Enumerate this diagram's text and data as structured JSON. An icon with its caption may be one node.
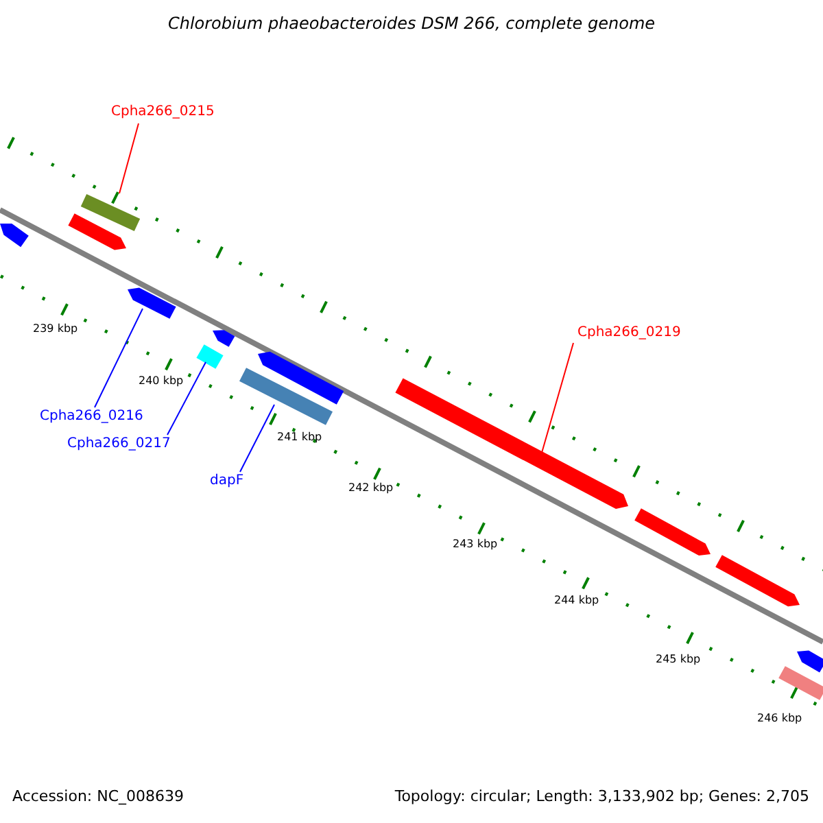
{
  "diagram": {
    "title": "Chlorobium phaeobacteroides DSM 266, complete genome",
    "nodes": [
      {
        "text": [
          "Cpha266_0215"
        ]
      },
      {
        "text": [],
        "shape": "bar"
      },
      {
        "text": [
          "Cpha266_0216"
        ]
      },
      {
        "text": [],
        "shape": "bar"
      },
      {
        "text": [
          "Cpha266_0217"
        ]
      },
      {
        "text": [],
        "shape": "box"
      },
      {
        "text": [
          "dapF"
        ]
      },
      {
        "text": [],
        "shape": "bar"
      },
      {
        "text": [
          "Cpha266_0219"
        ]
      },
      {
        "text": [],
        "shape": "bar"
      }
    ],
    "edges": [
      {
        "from": 0,
        "to": 1,
        "arrow": "none",
        "color": "#ff0000"
      },
      {
        "from": 2,
        "to": 3,
        "arrow": "none"
      },
      {
        "from": 4,
        "to": 5,
        "arrow": "none"
      },
      {
        "from": 6,
        "to": 7,
        "arrow": "none"
      },
      {
        "from": 8,
        "to": 9,
        "arrow": "none",
        "color": "#ff0000"
      }
    ],
    "labels": [
      "239 kbp",
      "240 kbp",
      "241 kbp",
      "242 kbp",
      "243 kbp",
      "244 kbp",
      "245 kbp",
      "246 kbp",
      "Accession: NC_008639",
      "Topology: circular; Length: 3,133,902 bp; Genes: 2,705"
    ]
  }
}
